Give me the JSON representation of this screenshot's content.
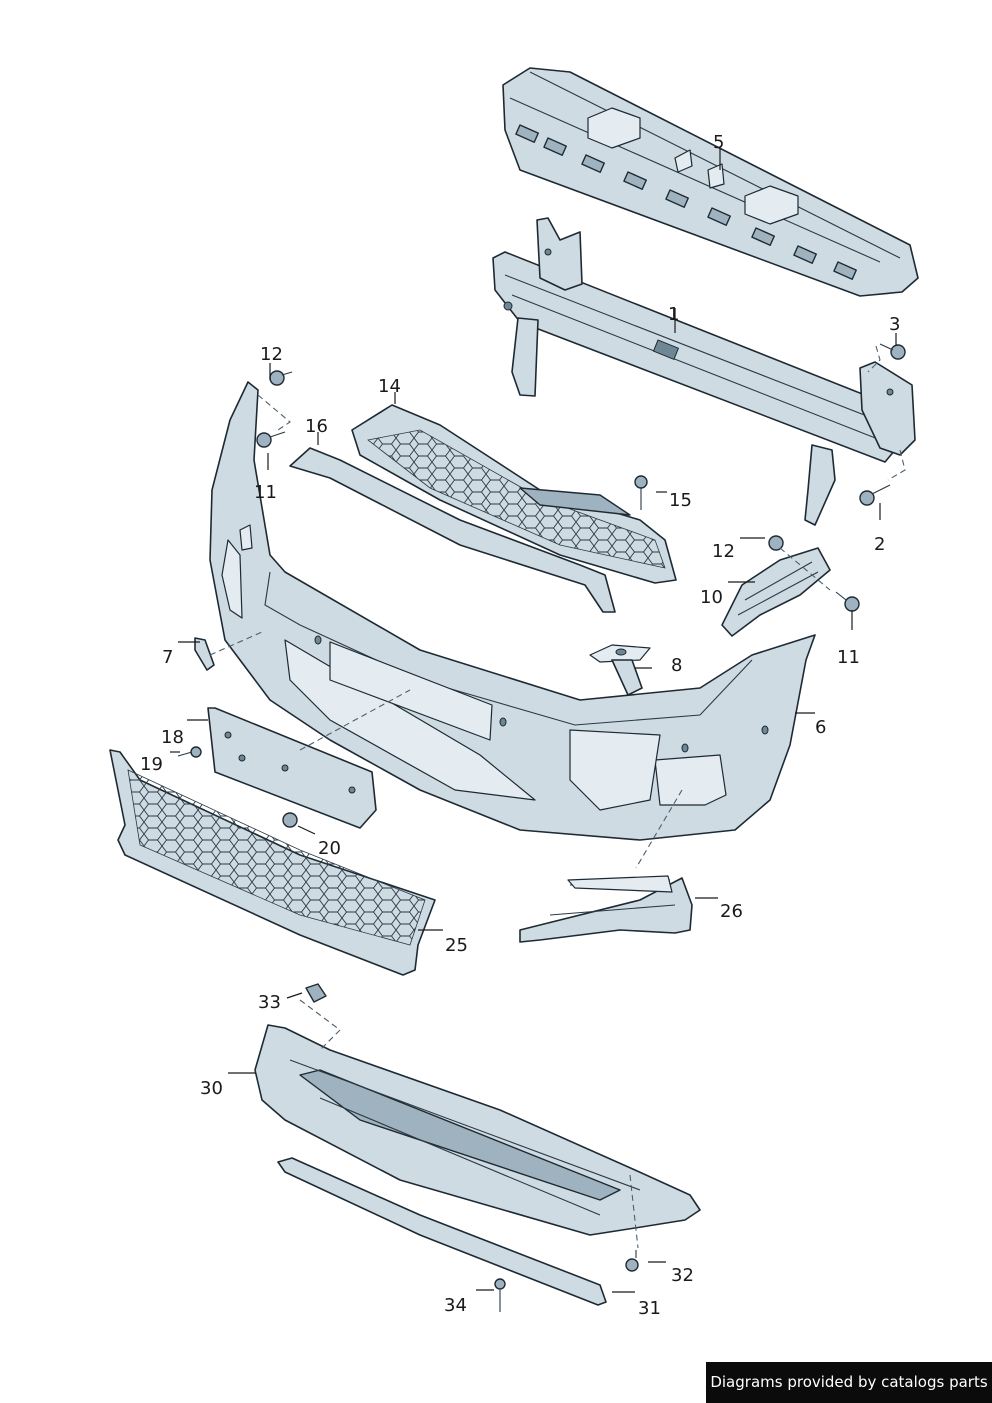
{
  "callouts": {
    "c1": "1",
    "c2": "2",
    "c3": "3",
    "c5": "5",
    "c6": "6",
    "c7": "7",
    "c8": "8",
    "c10": "10",
    "c11a": "11",
    "c11b": "11",
    "c12a": "12",
    "c12b": "12",
    "c14": "14",
    "c15": "15",
    "c16": "16",
    "c18": "18",
    "c19": "19",
    "c20": "20",
    "c25": "25",
    "c26": "26",
    "c30": "30",
    "c31": "31",
    "c32": "32",
    "c33": "33",
    "c34": "34"
  },
  "footer": {
    "credit": "Diagrams provided by catalogs parts"
  },
  "colors": {
    "part_fill": "#cfdbe3",
    "outline": "#1e2a33",
    "credit_bg": "#0b0b0b"
  }
}
